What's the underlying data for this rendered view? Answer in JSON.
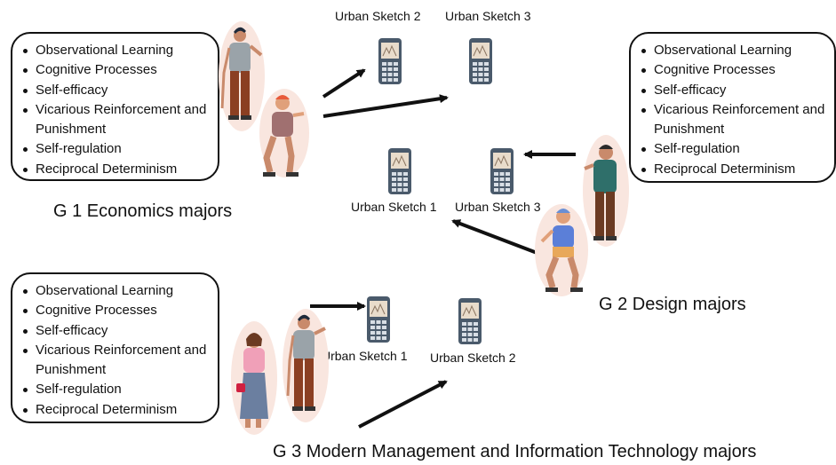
{
  "g1": {
    "items": [
      "Observational Learning",
      "Cognitive Processes",
      "Self-efficacy",
      "Vicarious Reinforcement and",
      "Punishment",
      "Self-regulation",
      "Reciprocal Determinism"
    ],
    "label": "G 1  Economics majors",
    "sketches": [
      "Urban Sketch 2",
      "Urban Sketch 3"
    ]
  },
  "g2": {
    "items": [
      "Observational Learning",
      "Cognitive Processes",
      "Self-efficacy",
      "Vicarious Reinforcement and",
      "Punishment",
      "Self-regulation",
      "Reciprocal Determinism"
    ],
    "label": "G 2  Design majors",
    "sketches": [
      "Urban Sketch 1",
      "Urban Sketch 3"
    ]
  },
  "g3": {
    "items": [
      "Observational Learning",
      "Cognitive Processes",
      "Self-efficacy",
      "Vicarious Reinforcement and",
      "Punishment",
      "Self-regulation",
      "Reciprocal Determinism"
    ],
    "label": "G 3  Modern Management and Information Technology majors",
    "sketches": [
      "Urban Sketch 1",
      "Urban Sketch 2"
    ]
  },
  "colors": {
    "phone": "#4a5a6b",
    "arrow": "#111111",
    "blush": "#f9e6df"
  }
}
